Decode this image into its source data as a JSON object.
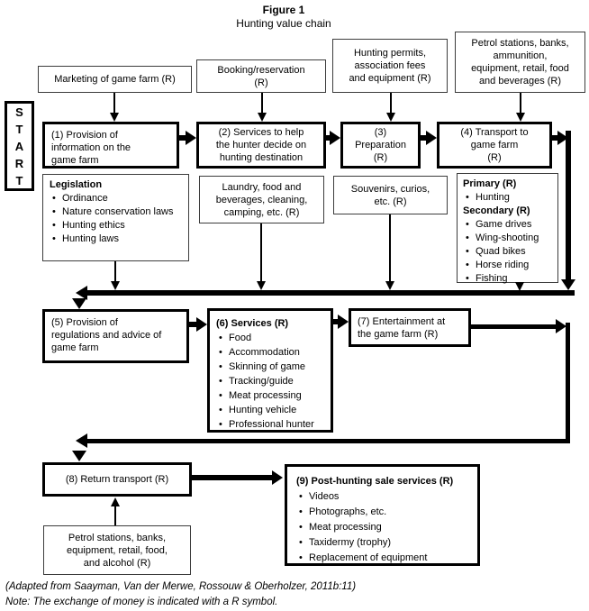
{
  "title": {
    "figure": "Figure 1",
    "subtitle": "Hunting value chain"
  },
  "start": {
    "letters": [
      "S",
      "T",
      "A",
      "R",
      "T"
    ]
  },
  "top_boxes": {
    "marketing": {
      "lines": [
        "Marketing of game farm (R)"
      ]
    },
    "booking": {
      "lines": [
        "Booking/reservation",
        "(R)"
      ]
    },
    "permits": {
      "lines": [
        "Hunting permits,",
        "association fees",
        "and equipment (R)"
      ]
    },
    "petrol_top": {
      "lines": [
        "Petrol stations, banks,",
        "ammunition,",
        "equipment, retail, food",
        "and beverages (R)"
      ]
    }
  },
  "chain": {
    "box1": {
      "lines": [
        "(1) Provision of",
        "information on the",
        "game farm"
      ]
    },
    "box2": {
      "lines": [
        "(2) Services to help",
        "the hunter decide on",
        "hunting destination"
      ]
    },
    "box3": {
      "lines": [
        "(3)",
        "Preparation",
        "(R)"
      ]
    },
    "box4": {
      "lines": [
        "(4) Transport to",
        "game farm",
        "(R)"
      ]
    },
    "box5": {
      "lines": [
        "(5) Provision of",
        "regulations and advice of",
        "game farm"
      ]
    },
    "box6": {
      "title": "(6) Services (R)",
      "items": [
        "Food",
        "Accommodation",
        "Skinning of game",
        "Tracking/guide",
        "Meat processing",
        "Hunting vehicle",
        "Professional hunter"
      ]
    },
    "box7": {
      "lines": [
        "(7) Entertainment at",
        "the game farm (R)"
      ]
    },
    "box8": {
      "lines": [
        "(8) Return transport (R)"
      ]
    },
    "box9": {
      "title": "(9) Post-hunting sale services (R)",
      "items": [
        "Videos",
        "Photographs, etc.",
        "Meat processing",
        "Taxidermy (trophy)",
        "Replacement of equipment"
      ]
    }
  },
  "side_boxes": {
    "legislation": {
      "title": "Legislation",
      "items": [
        "Ordinance",
        "Nature conservation laws",
        "Hunting ethics",
        "Hunting laws"
      ]
    },
    "laundry": {
      "lines": [
        "Laundry, food and",
        "beverages, cleaning,",
        "camping, etc. (R)"
      ]
    },
    "souvenirs": {
      "lines": [
        "Souvenirs, curios,",
        "etc. (R)"
      ]
    },
    "activities": {
      "primary_title": "Primary (R)",
      "primary_items": [
        "Hunting"
      ],
      "secondary_title": "Secondary (R)",
      "secondary_items": [
        "Game drives",
        "Wing-shooting",
        "Quad bikes",
        "Horse riding",
        "Fishing"
      ]
    },
    "petrol_bottom": {
      "lines": [
        "Petrol stations, banks,",
        "equipment, retail, food,",
        "and alcohol (R)"
      ]
    }
  },
  "footer": {
    "citation": "(Adapted from Saayman, Van der Merwe, Rossouw & Oberholzer, 2011b:11)",
    "note": "Note: The exchange of money is indicated with a R symbol."
  },
  "colors": {
    "line": "#000000",
    "border_thin": "#3c3c3c",
    "border_thick": "#000000",
    "background": "#ffffff",
    "text": "#000000"
  }
}
